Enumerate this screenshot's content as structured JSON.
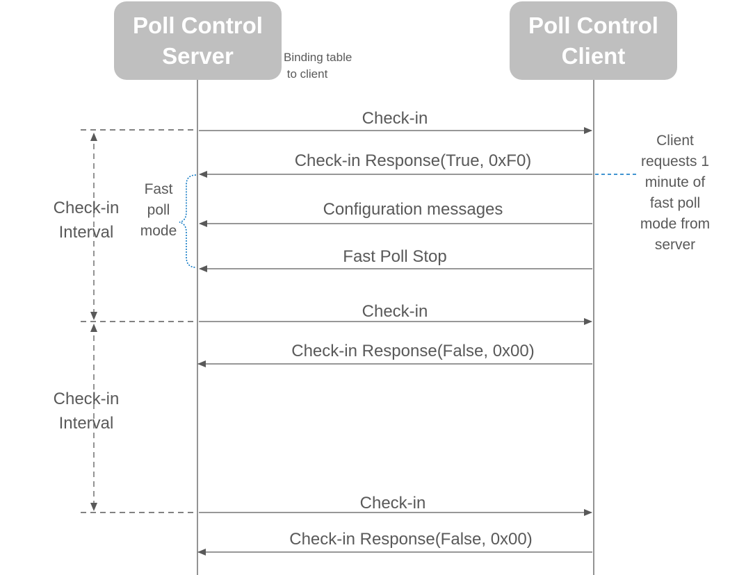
{
  "participants": {
    "server": [
      "Poll Control",
      "Server"
    ],
    "client": [
      "Poll Control",
      "Client"
    ]
  },
  "binding_note": [
    "Binding table",
    " to client"
  ],
  "messages": [
    {
      "label": "Check-in",
      "direction": "to-client"
    },
    {
      "label": "Check-in Response(True, 0xF0)",
      "direction": "to-server"
    },
    {
      "label": "Configuration messages",
      "direction": "to-server"
    },
    {
      "label": "Fast Poll Stop",
      "direction": "to-server"
    },
    {
      "label": "Check-in",
      "direction": "to-client"
    },
    {
      "label": "Check-in Response(False, 0x00)",
      "direction": "to-server"
    },
    {
      "label": "Check-in",
      "direction": "to-client"
    },
    {
      "label": "Check-in Response(False, 0x00)",
      "direction": "to-server"
    }
  ],
  "intervals": [
    [
      "Check-in",
      "Interval"
    ],
    [
      "Check-in",
      "Interval"
    ]
  ],
  "fast_poll": [
    "Fast",
    "poll",
    "mode"
  ],
  "client_note": [
    "Client",
    "requests 1",
    "minute of",
    "fast poll",
    "mode from",
    "server"
  ],
  "colors": {
    "box": "#bfbfbf",
    "line": "#595959",
    "dashed": "#595959",
    "accent": "#0070c0",
    "text": "#595959"
  }
}
